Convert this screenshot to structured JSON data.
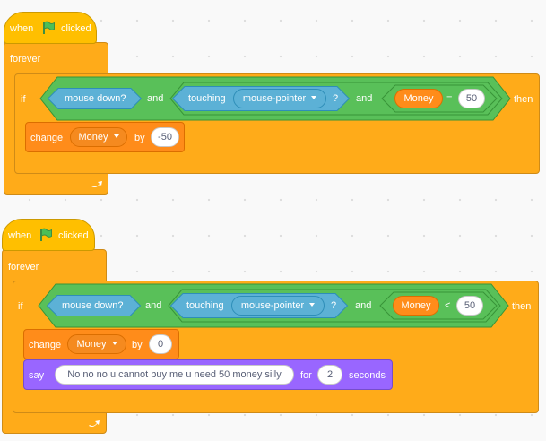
{
  "scripts": [
    {
      "hat": {
        "when": "when",
        "clicked": "clicked"
      },
      "forever": {
        "label": "forever"
      },
      "if": {
        "if_label": "if",
        "then_label": "then",
        "cond1": "mouse down?",
        "and1": "and",
        "touching": "touching",
        "touching_target": "mouse-pointer",
        "touching_q": "?",
        "and2": "and",
        "var_name": "Money",
        "op": "=",
        "value": "50"
      },
      "change": {
        "label": "change",
        "var": "Money",
        "by": "by",
        "value": "-50"
      }
    },
    {
      "hat": {
        "when": "when",
        "clicked": "clicked"
      },
      "forever": {
        "label": "forever"
      },
      "if": {
        "if_label": "if",
        "then_label": "then",
        "cond1": "mouse down?",
        "and1": "and",
        "touching": "touching",
        "touching_target": "mouse-pointer",
        "touching_q": "?",
        "and2": "and",
        "var_name": "Money",
        "op": "<",
        "value": "50"
      },
      "change": {
        "label": "change",
        "var": "Money",
        "by": "by",
        "value": "0"
      },
      "say": {
        "label": "say",
        "message": "No no no u cannot buy me u need 50 money silly",
        "for": "for",
        "secs": "2",
        "seconds": "seconds"
      }
    }
  ],
  "colors": {
    "events": "#ffbf00",
    "control": "#ffab19",
    "operators": "#59c059",
    "sensing": "#5cb1d6",
    "variables": "#ff8c1a",
    "looks": "#9966ff",
    "flag": "#4cbf56"
  },
  "icons": {
    "flag": "green-flag-icon",
    "loop_arrow": "loop-arrow-icon",
    "dropdown": "dropdown-caret-icon"
  }
}
